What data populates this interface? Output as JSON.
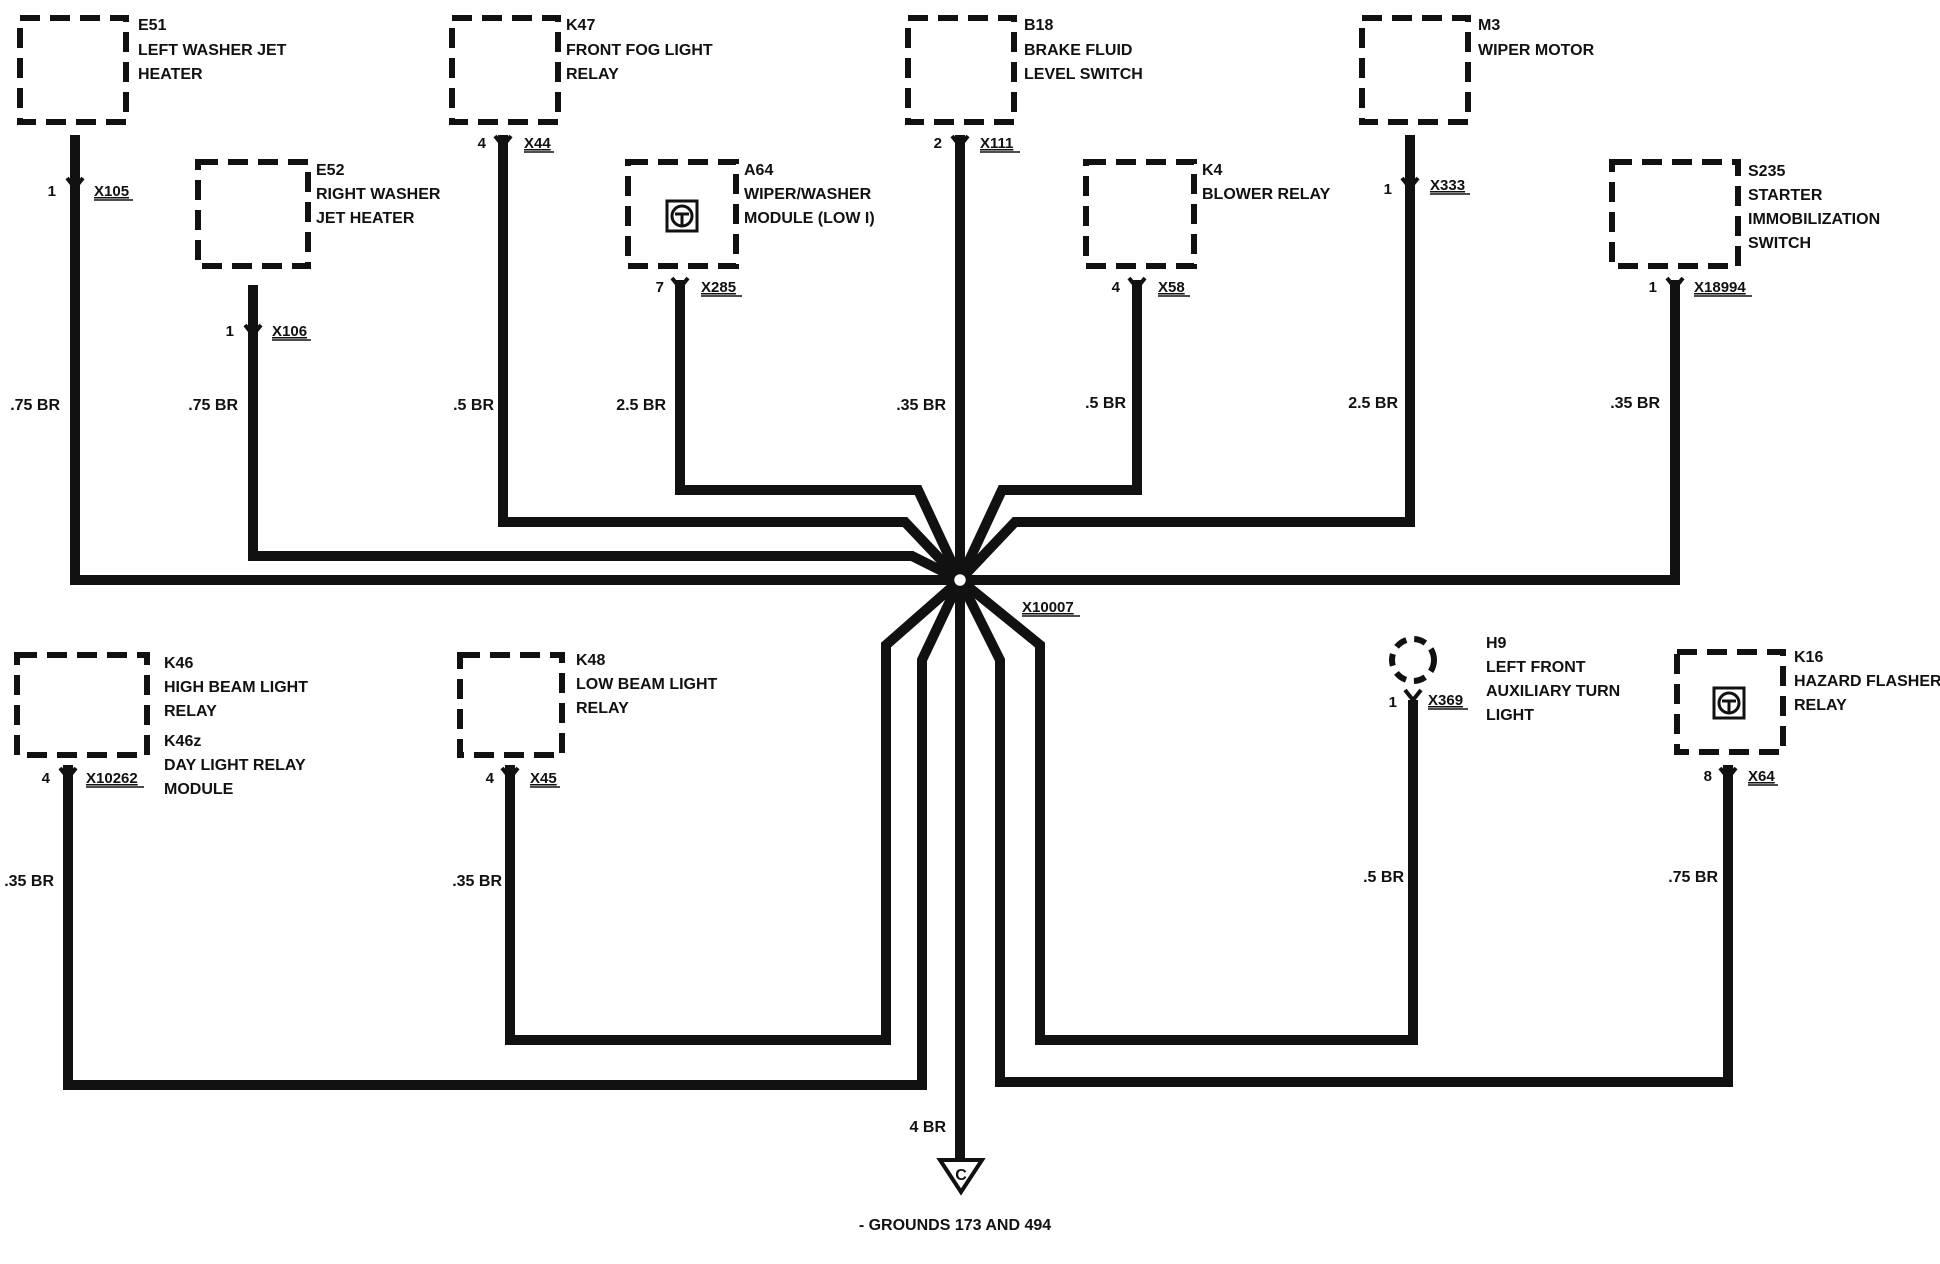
{
  "components": [
    {
      "id": "E51",
      "lines": [
        "LEFT WASHER JET",
        "HEATER"
      ],
      "connector": "X105",
      "pin": "1",
      "gauge": ".75 BR"
    },
    {
      "id": "E52",
      "lines": [
        "RIGHT WASHER",
        "JET HEATER"
      ],
      "connector": "X106",
      "pin": "1",
      "gauge": ".75 BR"
    },
    {
      "id": "K47",
      "lines": [
        "FRONT FOG LIGHT",
        "RELAY"
      ],
      "connector": "X44",
      "pin": "4",
      "gauge": ".5 BR"
    },
    {
      "id": "A64",
      "lines": [
        "WIPER/WASHER",
        "MODULE (LOW I)"
      ],
      "connector": "X285",
      "pin": "7",
      "gauge": "2.5 BR"
    },
    {
      "id": "B18",
      "lines": [
        "BRAKE FLUID",
        "LEVEL SWITCH"
      ],
      "connector": "X111",
      "pin": "2",
      "gauge": ".35 BR"
    },
    {
      "id": "K4",
      "lines": [
        "BLOWER RELAY"
      ],
      "connector": "X58",
      "pin": "4",
      "gauge": ".5 BR"
    },
    {
      "id": "M3",
      "lines": [
        "WIPER MOTOR"
      ],
      "connector": "X333",
      "pin": "1",
      "gauge": "2.5 BR"
    },
    {
      "id": "S235",
      "lines": [
        "STARTER",
        "IMMOBILIZATION",
        "SWITCH"
      ],
      "connector": "X18994",
      "pin": "1",
      "gauge": ".35 BR"
    },
    {
      "id": "K46",
      "lines": [
        "HIGH BEAM LIGHT",
        "RELAY"
      ],
      "id2": "K46z",
      "lines2": [
        "DAY LIGHT RELAY",
        "MODULE"
      ],
      "connector": "X10262",
      "pin": "4",
      "gauge": ".35 BR"
    },
    {
      "id": "K48",
      "lines": [
        "LOW BEAM LIGHT",
        "RELAY"
      ],
      "connector": "X45",
      "pin": "4",
      "gauge": ".35 BR"
    },
    {
      "id": "H9",
      "lines": [
        "LEFT FRONT",
        "AUXILIARY TURN",
        "LIGHT"
      ],
      "connector": "X369",
      "pin": "1",
      "gauge": ".5 BR"
    },
    {
      "id": "K16",
      "lines": [
        "HAZARD FLASHER",
        "RELAY"
      ],
      "connector": "X64",
      "pin": "8",
      "gauge": ".75 BR"
    }
  ],
  "splice": "X10007",
  "ground_wire": "4 BR",
  "ground_symbol": "C",
  "ground_note": "- GROUNDS 173 AND 494"
}
